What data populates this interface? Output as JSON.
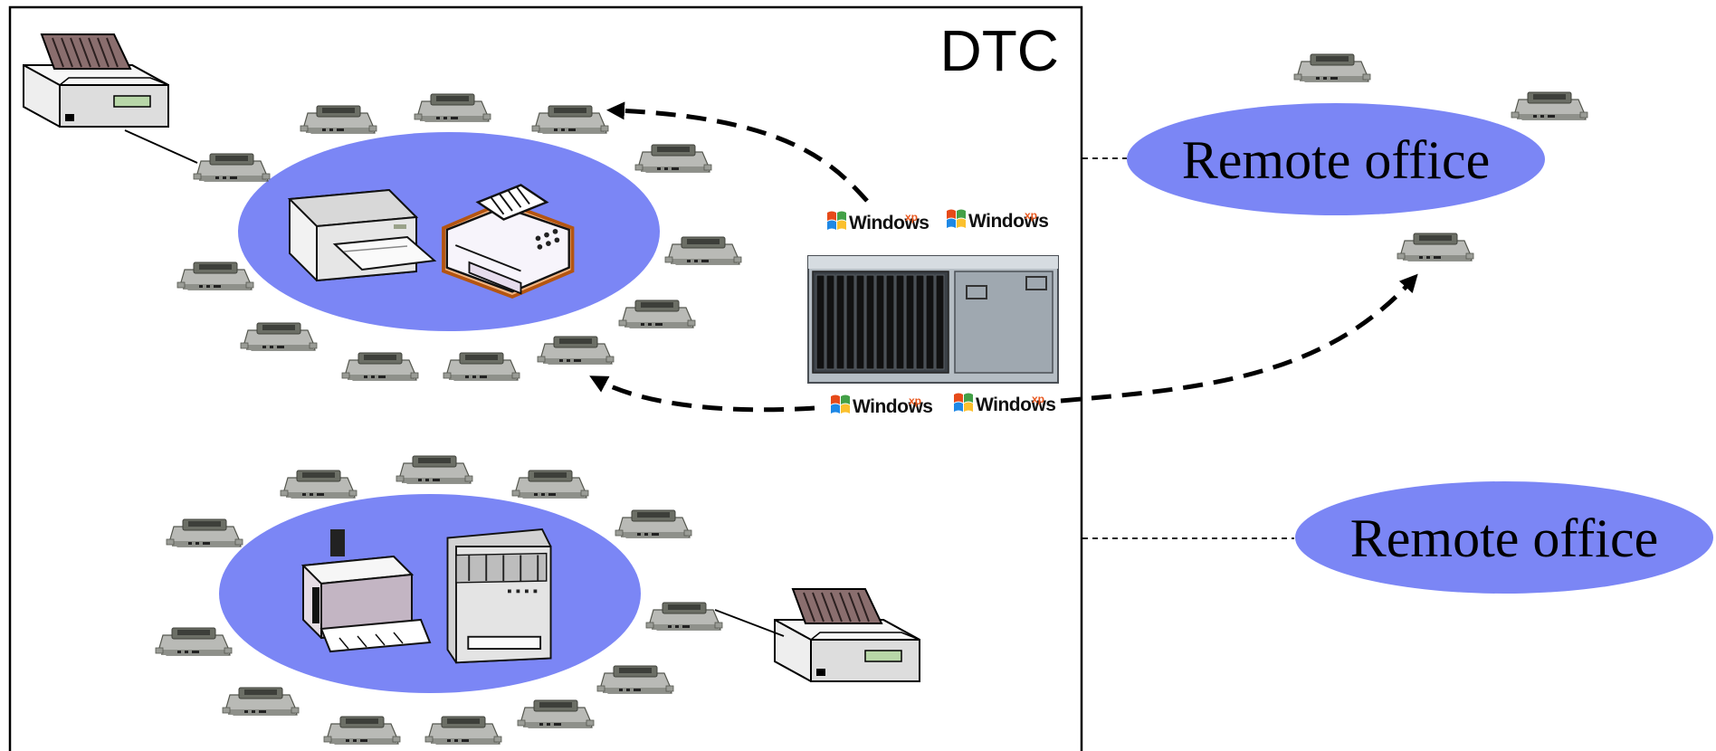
{
  "dtc_label": "DTC",
  "remote_offices": [
    {
      "label": "Remote office"
    },
    {
      "label": "Remote office"
    }
  ],
  "windows_badges": [
    {
      "word": "Windows",
      "suffix": "xp"
    },
    {
      "word": "Windows",
      "suffix": "xp"
    },
    {
      "word": "Windows",
      "suffix": "xp"
    },
    {
      "word": "Windows",
      "suffix": "xp"
    }
  ],
  "colors": {
    "ellipse_fill": "#7b86f5",
    "border": "#000000",
    "arrow": "#000000"
  },
  "icons": {
    "thin_client": "thin-client-terminal-icon",
    "dot_matrix_printer": "dot-matrix-printer-icon",
    "inkjet_printer": "inkjet-printer-icon",
    "fax_machine": "fax-machine-icon",
    "laser_printer": "laser-printer-icon",
    "blade_server": "blade-server-chassis-icon",
    "windows_logo": "windows-flag-icon"
  }
}
